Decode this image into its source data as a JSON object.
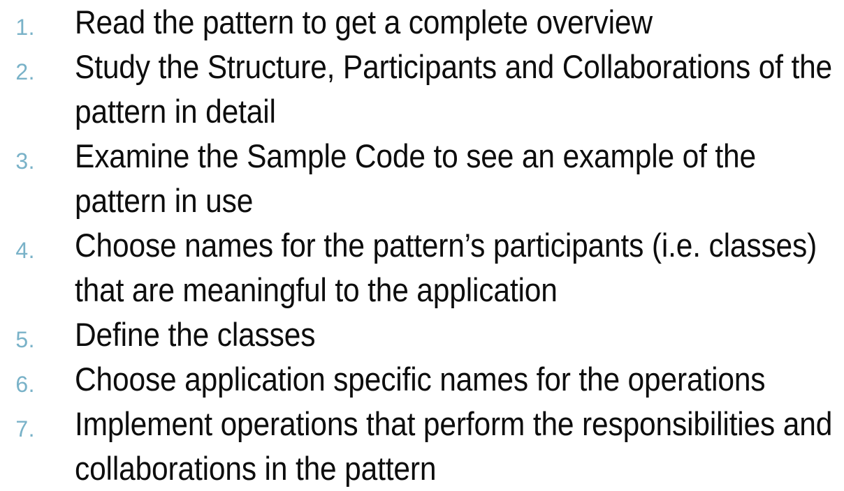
{
  "slide": {
    "background_color": "#ffffff",
    "text_color": "#0d0d0d",
    "number_color": "#79b2c8",
    "list_type": "ordered-decimal"
  },
  "steps": [
    {
      "number": "1.",
      "text": "Read the pattern to get a complete overview"
    },
    {
      "number": "2.",
      "text": "Study the Structure, Participants and Collaborations of the pattern in detail"
    },
    {
      "number": "3.",
      "text": "Examine the Sample Code to see an example of the pattern in use"
    },
    {
      "number": "4.",
      "text": "Choose names for the pattern’s participants (i.e. classes) that are meaningful to the application"
    },
    {
      "number": "5.",
      "text": "Define the classes"
    },
    {
      "number": "6.",
      "text": "Choose application specific names for the operations"
    },
    {
      "number": "7.",
      "text": "Implement operations that perform the responsibilities and collaborations in the pattern"
    }
  ]
}
